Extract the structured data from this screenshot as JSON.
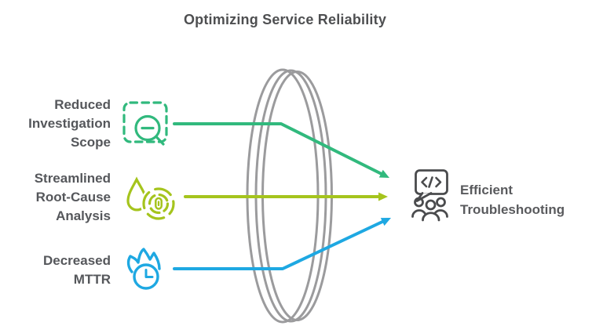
{
  "title": "Optimizing Service Reliability",
  "colors": {
    "green": "#31B97D",
    "lime": "#A5C41D",
    "blue": "#1EA8E2",
    "lens_gray": "#9B9B9D",
    "title_text": "#4E4F51",
    "label_text": "#55575B",
    "output_icon_gray": "#4A4B4D"
  },
  "inputs": [
    {
      "label": "Reduced\nInvestigation\nScope",
      "icon": "magnifier-scope-icon"
    },
    {
      "label": "Streamlined\nRoot-Cause\nAnalysis",
      "icon": "droplet-fingerprint-icon"
    },
    {
      "label": "Decreased\nMTTR",
      "icon": "flame-clock-icon"
    }
  ],
  "output": {
    "label": "Efficient\nTroubleshooting",
    "icon": "team-code-bubble-icon"
  }
}
